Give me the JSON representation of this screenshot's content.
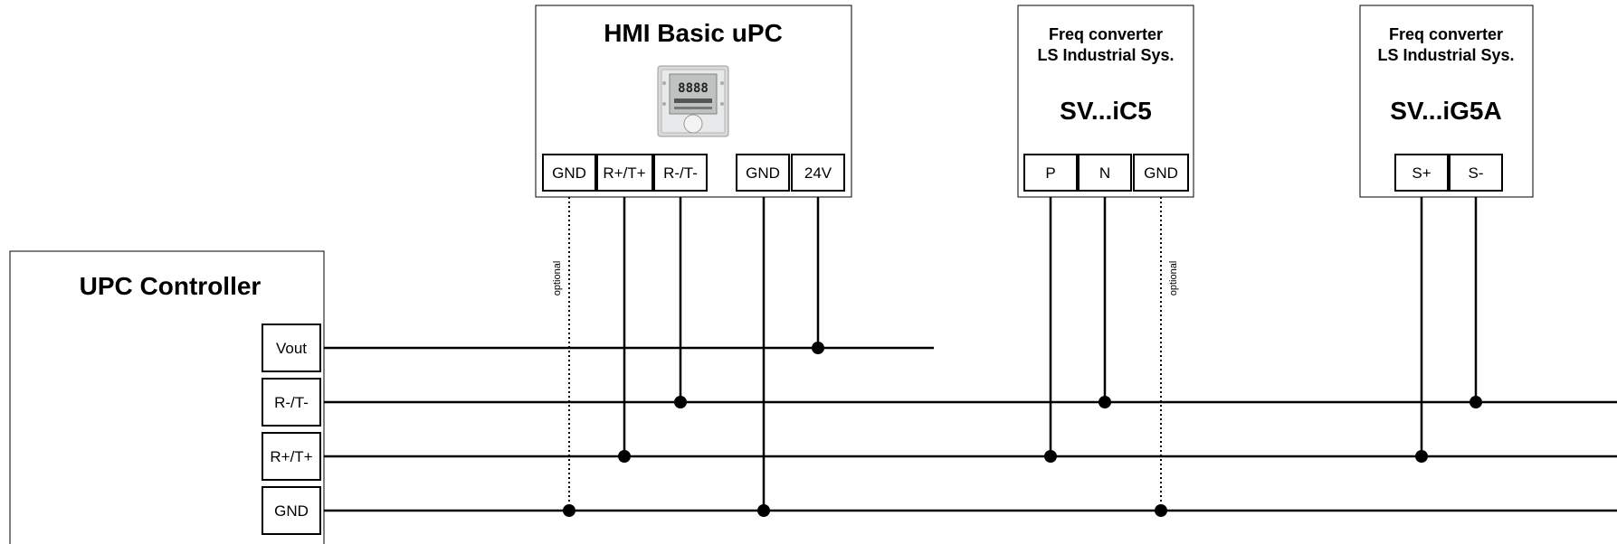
{
  "controller": {
    "title": "UPC Controller",
    "terminals": [
      "Vout",
      "R-/T-",
      "R+/T+",
      "GND"
    ]
  },
  "hmi": {
    "title": "HMI Basic uPC",
    "terminals_left": [
      "GND",
      "R+/T+",
      "R-/T-"
    ],
    "terminals_right": [
      "GND",
      "24V"
    ],
    "image_icon": "hmi-display-panel",
    "display_digits": "8888"
  },
  "freq1": {
    "line1": "Freq converter",
    "line2": "LS Industrial Sys.",
    "model": "SV...iC5",
    "terminals": [
      "P",
      "N",
      "GND"
    ]
  },
  "freq2": {
    "line1": "Freq converter",
    "line2": "LS Industrial Sys.",
    "model": "SV...iG5A",
    "terminals": [
      "S+",
      "S-"
    ]
  },
  "labels": {
    "optional": "optional"
  }
}
